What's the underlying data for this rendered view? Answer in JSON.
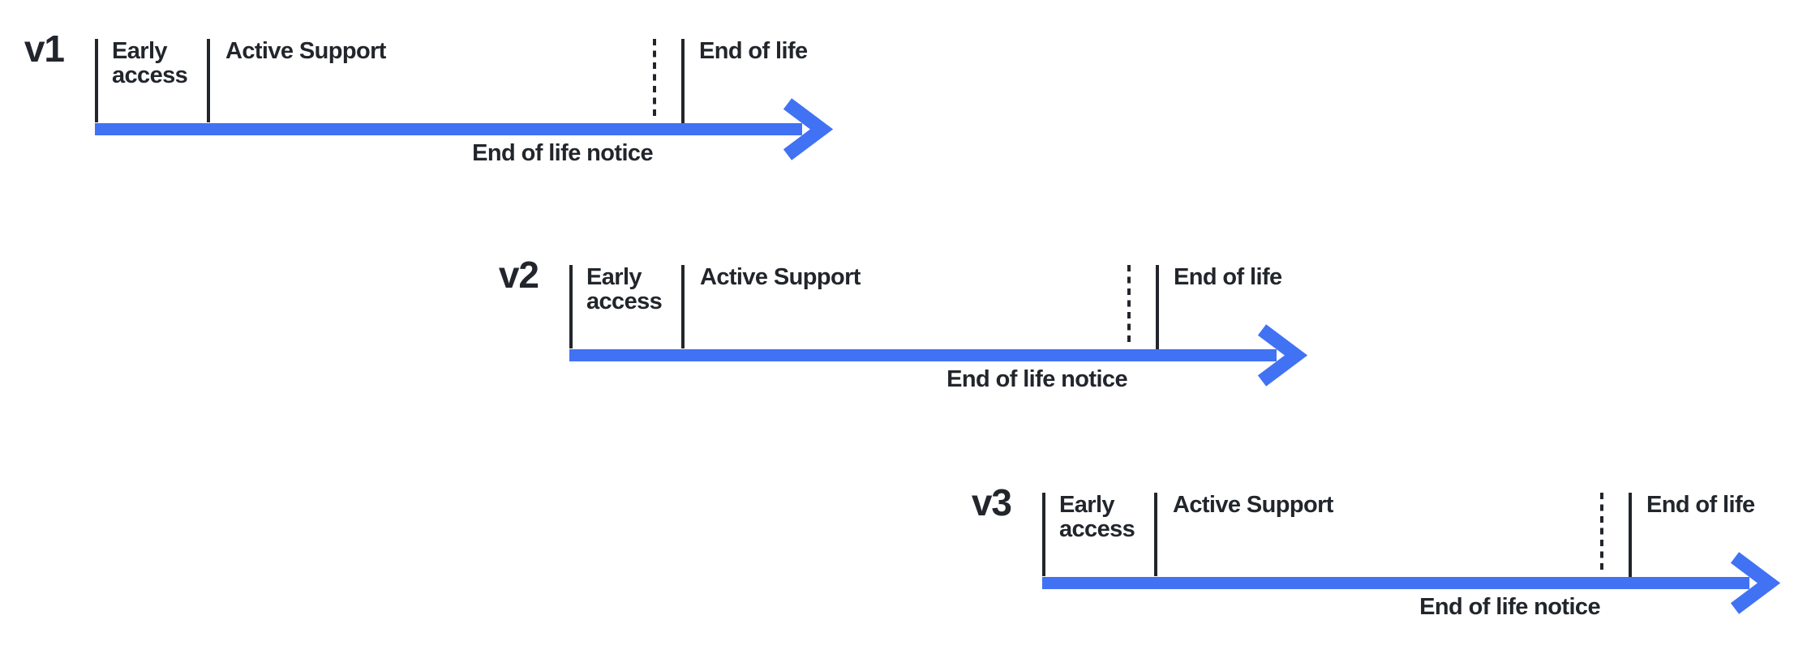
{
  "diagram": {
    "type": "version-lifecycle-timelines",
    "colors": {
      "arrow_blue": "#4172F4",
      "ink": "#22262C"
    },
    "rows": [
      {
        "version": "v1",
        "labels": {
          "early_access": "Early access",
          "active_support": "Active Support",
          "end_of_life": "End of life",
          "end_of_life_notice": "End of life notice"
        }
      },
      {
        "version": "v2",
        "labels": {
          "early_access": "Early access",
          "active_support": "Active Support",
          "end_of_life": "End of life",
          "end_of_life_notice": "End of life notice"
        }
      },
      {
        "version": "v3",
        "labels": {
          "early_access": "Early access",
          "active_support": "Active Support",
          "end_of_life": "End of life",
          "end_of_life_notice": "End of life notice"
        }
      }
    ]
  }
}
